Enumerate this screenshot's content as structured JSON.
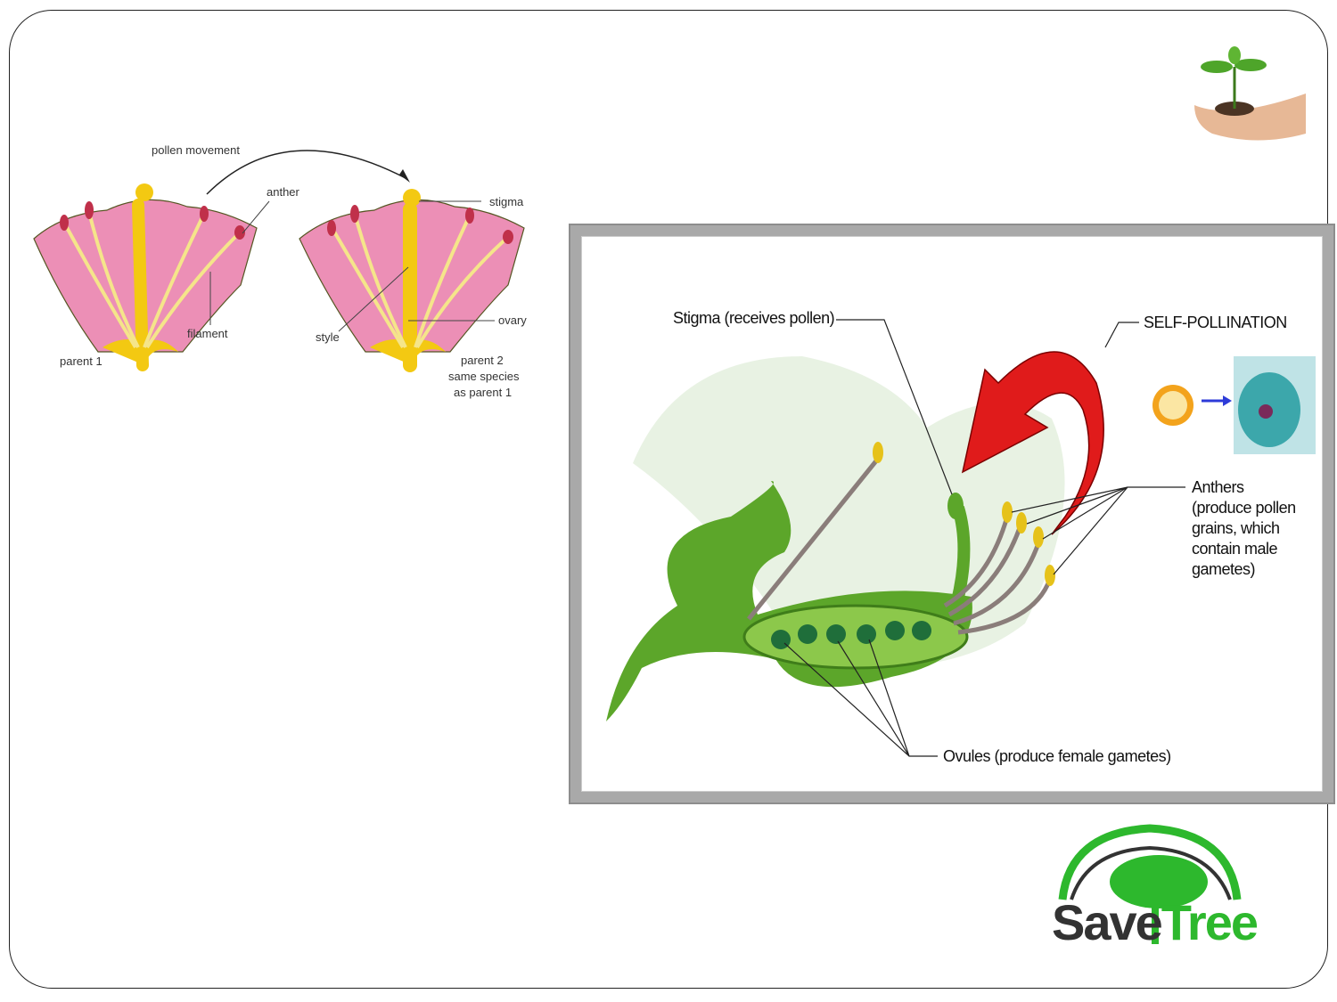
{
  "cross_pollination": {
    "pollen_movement": "pollen movement",
    "anther": "anther",
    "filament": "filament",
    "parent1": "parent 1",
    "stigma": "stigma",
    "style": "style",
    "ovary": "ovary",
    "parent2_lines": [
      "parent 2",
      "same species",
      "as parent 1"
    ]
  },
  "self_pollination": {
    "title": "SELF-POLLINATION",
    "stigma": "Stigma (receives pollen)",
    "anthers_lines": [
      "Anthers",
      "(produce pollen",
      "grains, which",
      "contain male",
      "gametes)"
    ],
    "ovules": "Ovules (produce female gametes)"
  },
  "logo": {
    "part1": "Save",
    "part2": "Tree",
    "colors": {
      "dark": "#333333",
      "green": "#2db82d"
    }
  },
  "icons": [
    "plant-in-hands-icon",
    "tree-logo-icon"
  ]
}
